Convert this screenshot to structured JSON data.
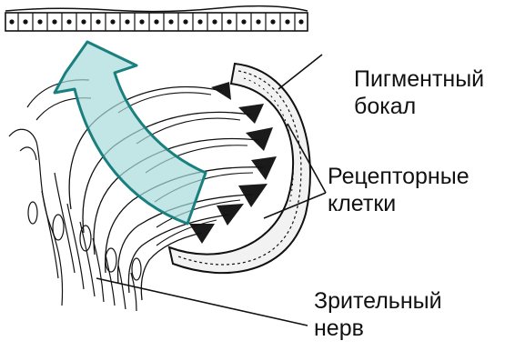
{
  "labels": {
    "pigment_cup": {
      "line1": "Пигментный",
      "line2": "бокал"
    },
    "receptor_cells": {
      "line1": "Рецепторные",
      "line2": "клетки"
    },
    "optic_nerve": {
      "line1": "Зрительный",
      "line2": "нерв"
    }
  },
  "colors": {
    "ink": "#111111",
    "arrow_fill": "#a8dcdc",
    "arrow_stroke": "#1a7f7f",
    "background": "#ffffff"
  },
  "icons": {
    "arrow": "light-path-arrow"
  }
}
